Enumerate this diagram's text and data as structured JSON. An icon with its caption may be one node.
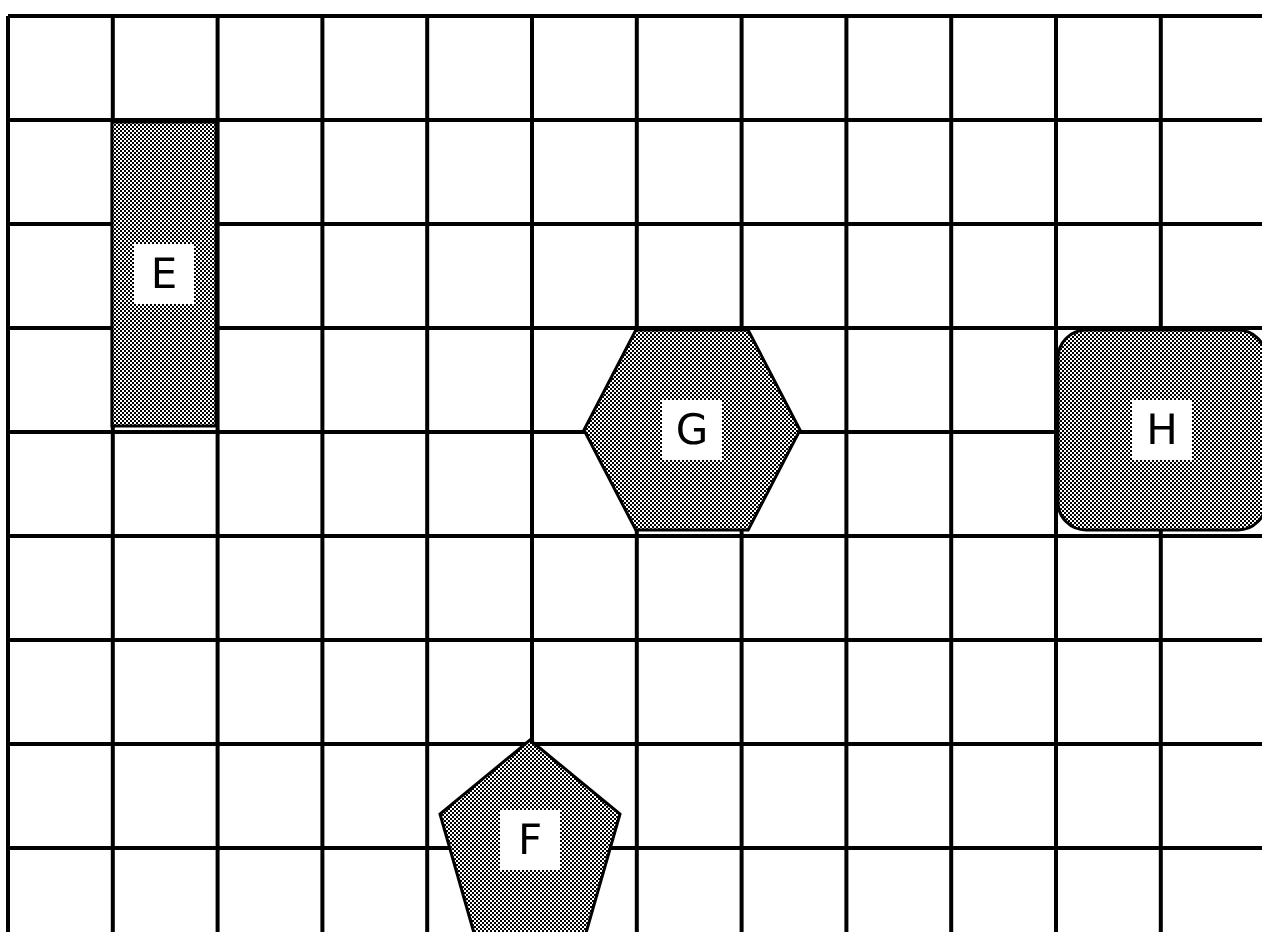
{
  "diagram": {
    "nodes": [
      {
        "text": [
          "E"
        ]
      },
      {
        "text": [
          "G"
        ]
      },
      {
        "text": [
          "H"
        ]
      },
      {
        "text": [
          "F"
        ]
      }
    ]
  }
}
